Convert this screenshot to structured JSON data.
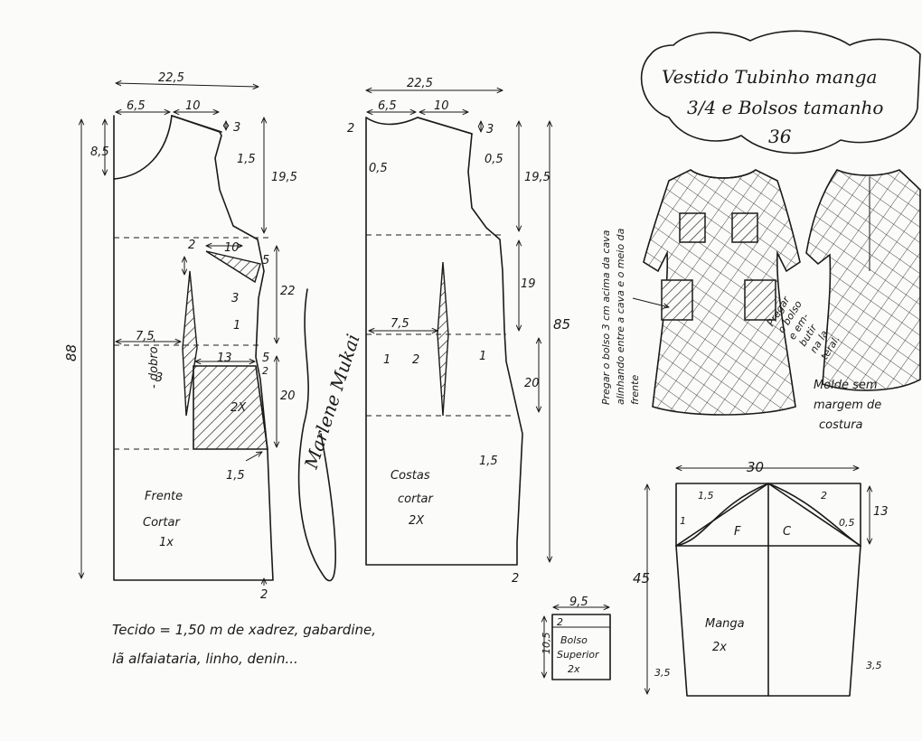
{
  "title": {
    "line1": "Vestido Tubinho manga",
    "line2": "3/4 e Bolsos tamanho",
    "size": "36"
  },
  "front": {
    "width": "22,5",
    "neck_w": "6,5",
    "shoulder": "10",
    "shoulder_drop": "3",
    "neck_d": "8,5",
    "armhole_d": "19,5",
    "arm_in": "1,5",
    "dart_top": "2",
    "dart_w": "10",
    "side_5a": "5",
    "waist_22": "22",
    "dart_3": "3",
    "waist_7": "7,5",
    "dart_1": "1",
    "dart_3b": "3",
    "pocket_13": "13",
    "side_5b": "5",
    "side_2": "2",
    "pocket_2x": "2X",
    "hip_20": "20",
    "hem_15": "1,5",
    "length": "88",
    "hem_2": "2",
    "fold": "- dobro -",
    "cut_1": "Frente",
    "cut_2": "Cortar",
    "cut_3": "1x"
  },
  "back": {
    "width": "22,5",
    "neck_w": "6,5",
    "shoulder": "10",
    "shoulder_drop": "3",
    "neck_2": "2",
    "neck_05": "0,5",
    "arm_05": "0,5",
    "armhole_d": "19,5",
    "waist_19": "19",
    "waist_7": "7,5",
    "dart_1a": "1",
    "dart_2": "2",
    "dart_1b": "1",
    "hip_20": "20",
    "hem_15": "1,5",
    "length": "85",
    "hem_2": "2",
    "cut_1": "Costas",
    "cut_2": "cortar",
    "cut_3": "2X"
  },
  "sleeve": {
    "width": "30",
    "cap_15": "1,5",
    "cap_2": "2",
    "cap_1": "1",
    "cap_05": "0,5",
    "cap_13": "13",
    "front": "F",
    "back": "C",
    "length": "45",
    "label_1": "Manga",
    "label_2": "2x",
    "hem_35a": "3,5",
    "hem_35b": "3,5"
  },
  "pocket": {
    "width": "9,5",
    "height": "10,5",
    "top": "2",
    "label_1": "Bolso",
    "label_2": "Superior",
    "label_3": "2x"
  },
  "notes": {
    "left_1": "Pregar o bolso 3 cm acima da cava",
    "left_2": "alinhando entre a cava e o meio da",
    "left_3": "frente",
    "right_1": "Pregar",
    "right_2": "o bolso",
    "right_3": "e em-",
    "right_4": "butir",
    "right_5": "na la-",
    "right_6": "teral.",
    "molde_1": "Molde sem",
    "molde_2": "margem de",
    "molde_3": "costura"
  },
  "fabric": {
    "line1": "Tecido = 1,50 m de  xadrez, gabardine,",
    "line2": "lã alfaiataria, linho, denin..."
  },
  "signature": "Marlene Mukai"
}
